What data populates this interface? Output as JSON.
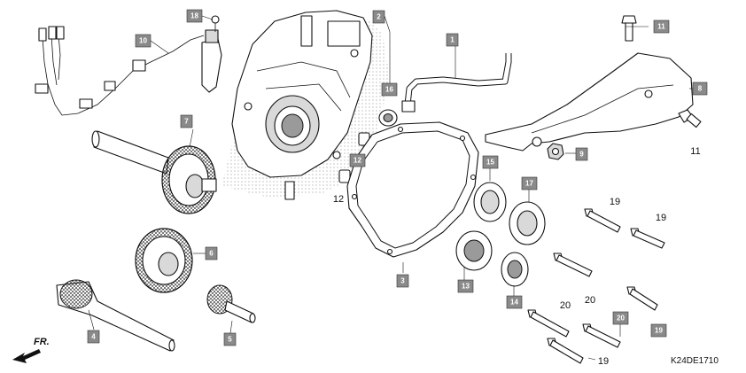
{
  "diagram_code": "K24DE1710",
  "direction_label": "FR.",
  "callouts": {
    "c1": "1",
    "c2": "2",
    "c3": "3",
    "c4": "4",
    "c5": "5",
    "c6": "6",
    "c7": "7",
    "c8": "8",
    "c9": "9",
    "c10": "10",
    "c11": "11",
    "c12": "12",
    "c13": "13",
    "c14": "14",
    "c15": "15",
    "c16": "16",
    "c17": "17",
    "c18": "18",
    "c19": "19",
    "c20": "20"
  },
  "plain_labels": {
    "n11": "11",
    "n12": "12",
    "n19a": "19",
    "n19b": "19",
    "n19c": "19",
    "n20a": "20",
    "n20b": "20"
  }
}
